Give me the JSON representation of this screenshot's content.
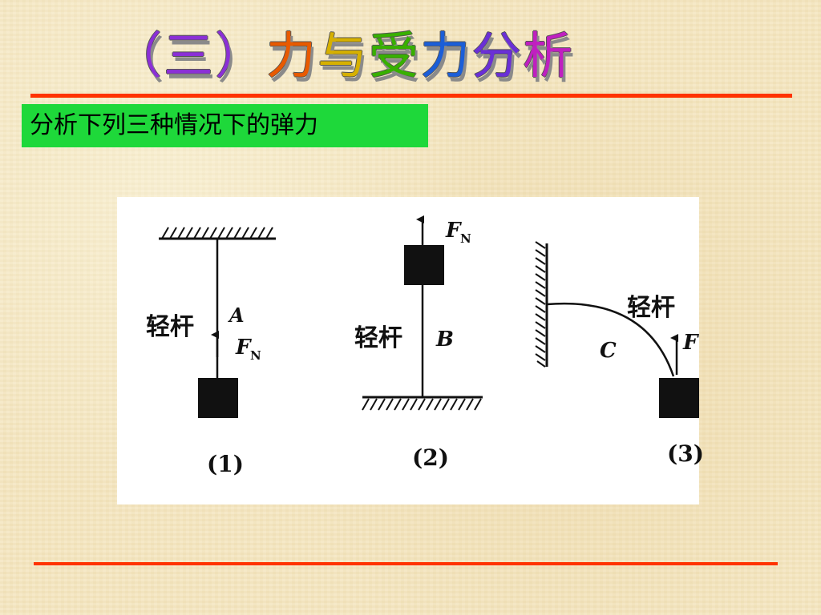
{
  "title": {
    "chars": [
      {
        "text": "（三）",
        "color": "#8b2fd6"
      },
      {
        "text": "力",
        "color": "#e85a00"
      },
      {
        "text": "与",
        "color": "#d6b000"
      },
      {
        "text": "受",
        "color": "#38b000"
      },
      {
        "text": "力",
        "color": "#1b5ed8"
      },
      {
        "text": "分",
        "color": "#6a2fd6"
      },
      {
        "text": "析",
        "color": "#c01fc0"
      }
    ]
  },
  "subtitle": "分析下列三种情况下的弹力",
  "colors": {
    "rule": "#ff3300",
    "subtitle_bg": "#1ed83a"
  },
  "figure": {
    "panel1": {
      "rod_label": "轻杆",
      "point_label": "A",
      "force_label": "F",
      "force_sub": "N",
      "caption": "(1)"
    },
    "panel2": {
      "rod_label": "轻杆",
      "point_label": "B",
      "force_label": "F",
      "force_sub": "N",
      "caption": "(2)"
    },
    "panel3": {
      "rod_label": "轻杆",
      "point_label": "C",
      "force_label": "F",
      "caption": "(3)"
    }
  }
}
